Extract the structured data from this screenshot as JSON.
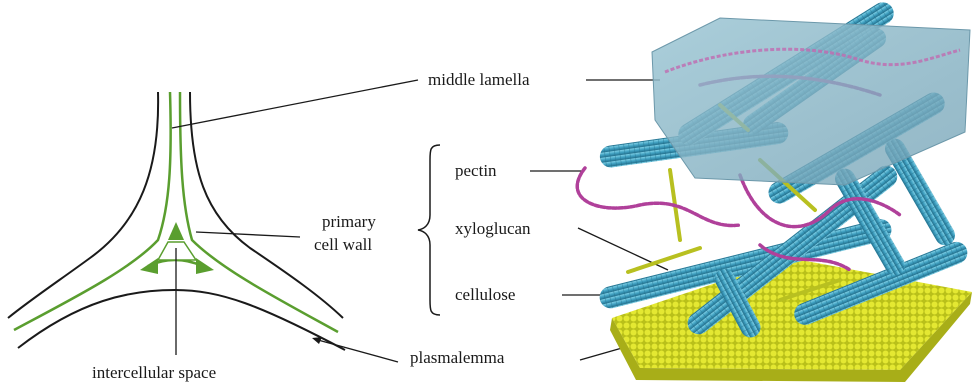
{
  "labels": {
    "middle_lamella": "middle lamella",
    "pectin": "pectin",
    "primary_cell_wall_line1": "primary",
    "primary_cell_wall_line2": "cell wall",
    "xyloglucan": "xyloglucan",
    "cellulose": "cellulose",
    "plasmalemma": "plasmalemma",
    "intercellular_space": "intercellular space"
  },
  "colors": {
    "cell_wall_green": "#5a9e2f",
    "outline_black": "#1a1a1a",
    "middle_lamella_sheet": "#8fb8c8",
    "cellulose_microfibril": "#3e9fc0",
    "pectin": "#b0409a",
    "xyloglucan": "#b8c020",
    "plasmalemma": "#d8dc2a"
  },
  "icons": {
    "schematic": "cell-junction-schematic",
    "model": "cell-wall-3d-model"
  }
}
